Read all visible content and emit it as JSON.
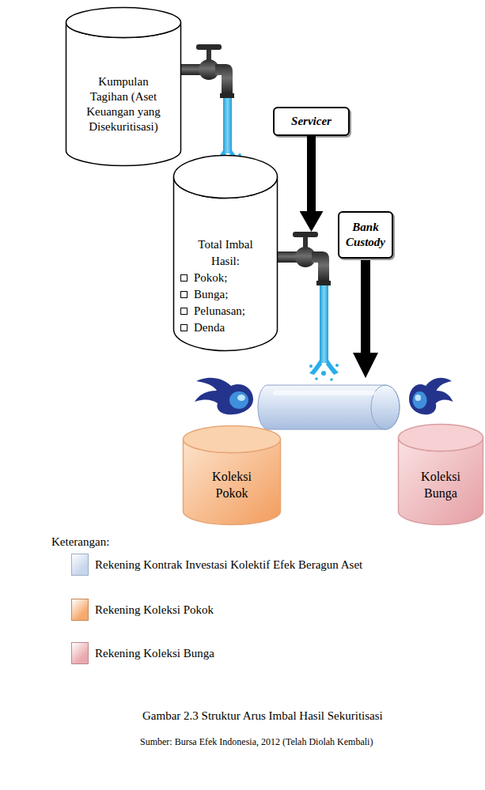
{
  "diagram": {
    "caption": "Gambar 2.3 Struktur Arus Imbal Hasil Sekuritisasi",
    "nodes": [
      {
        "text": [
          "Kumpulan Tagihan (Aset Keuangan yang Disekuritisasi)"
        ]
      },
      {
        "text": [
          "Servicer"
        ]
      },
      {
        "text": [
          "Total Imbal Hasil:",
          "Pokok;",
          "Bunga;",
          "Pelunasan;",
          "Denda"
        ]
      },
      {
        "text": [
          "Bank Custody"
        ]
      },
      {
        "text": [
          "Koleksi Pokok"
        ]
      },
      {
        "text": [
          "Koleksi Bunga"
        ]
      }
    ],
    "edges": [
      {
        "from": 1,
        "to": 2,
        "arrow": "to"
      }
    ],
    "labels": [
      "Keterangan:",
      "Sumber: Bursa Efek Indonesia, 2012 (Telah Diolah Kembali)"
    ],
    "legend": [
      {
        "text": "Rekening Kontrak Investasi Kolektif Efek Beragun Aset",
        "color": "#c6d6ee"
      },
      {
        "text": "Rekening Koleksi Pokok",
        "color": "#f6a96c"
      },
      {
        "text": "Rekening Koleksi Bunga",
        "color": "#eaa9ad"
      }
    ]
  }
}
